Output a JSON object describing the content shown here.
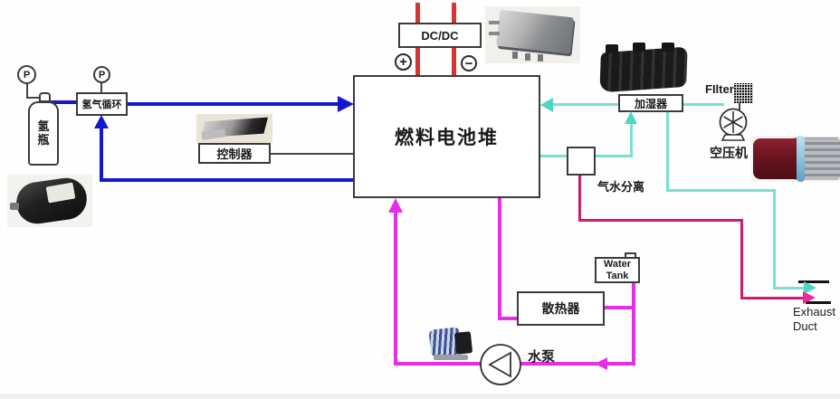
{
  "diagram": {
    "nodes": {
      "gauge_label": "P",
      "hydrogen_bottle": "氢瓶",
      "hydrogen_circulation": "氢气循环",
      "controller": "控制器",
      "fuel_cell_stack": "燃料电池堆",
      "dcdc": "DC/DC",
      "plus": "+",
      "minus": "−",
      "humidifier": "加湿器",
      "filter": "FIlter",
      "air_compressor": "空压机",
      "gas_water_separator": "气水分离",
      "water_tank_line1": "Water",
      "water_tank_line2": "Tank",
      "radiator": "散热器",
      "water_pump": "水泵",
      "exhaust_line1": "Exhaust",
      "exhaust_line2": "Duct"
    },
    "colors": {
      "hydrogen_line": "#1517cd",
      "power_line": "#d43535",
      "air_line": "#7adfd0",
      "air_arrow": "#4fd6c3",
      "coolant_line": "#e62ee6",
      "drain_line": "#cf1c6e",
      "drain_arrow": "#ee2a9a",
      "box_border": "#3b3b3b"
    }
  }
}
